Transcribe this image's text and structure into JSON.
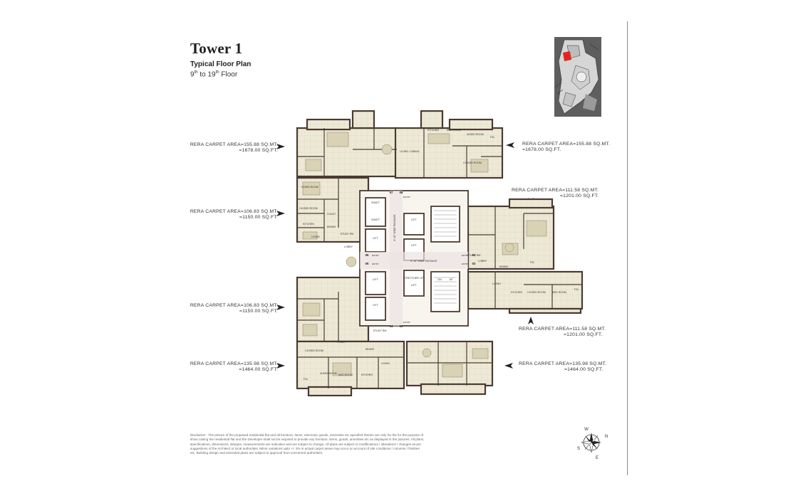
{
  "header": {
    "title": "Tower 1",
    "subtitle": "Typical Floor Plan",
    "floor_from_num": "9",
    "floor_from_sup": "th",
    "floor_to_word": " to ",
    "floor_to_num": "19",
    "floor_to_sup": "th",
    "floor_suffix": " Floor"
  },
  "area_labels": {
    "top_left": {
      "line1": "RERA CARPET AREA=155.88 SQ.MT.",
      "line2": "=1678.00 SQ.FT."
    },
    "top_right": {
      "line1": "RERA CARPET AREA=155.88 SQ.MT.",
      "line2": "=1678.00 SQ.FT."
    },
    "mid_right_top": {
      "line1": "RERA CARPET AREA=111.58 SQ.MT.",
      "line2": "=1201.00 SQ.FT."
    },
    "mid_left_top": {
      "line1": "RERA CARPET AREA=106.83 SQ.MT.",
      "line2": "=1150.00 SQ.FT."
    },
    "mid_left_bottom": {
      "line1": "RERA CARPET AREA=106.83 SQ.MT.",
      "line2": "=1150.00 SQ.FT."
    },
    "mid_right_bottom": {
      "line1": "RERA CARPET AREA=111.58 SQ.MT.",
      "line2": "=1201.00 SQ.FT."
    },
    "bottom_left": {
      "line1": "RERA CARPET AREA=135.98 SQ.MT.",
      "line2": "=1464.00 SQ.FT."
    },
    "bottom_right": {
      "line1": "RERA CARPET AREA=135.98 SQ.MT.",
      "line2": "=1464.00 SQ.FT."
    }
  },
  "plan": {
    "rooms": {
      "kitchen": "KITCHEN",
      "bed_room": "BED ROOM",
      "m_bed_room": "M.BED ROOM",
      "ch_bed_room": "CH.BED ROOM",
      "living_dining": "LIVING / DINING",
      "living": "LIVING",
      "dining": "DINING",
      "toilet": "TOILET",
      "tol": "TOL",
      "study": "STUDY RM",
      "shaft": "SHAFT",
      "lift": "LIFT",
      "lobby": "LOBBY",
      "stretcher_lift": "STRETCHER LIFT",
      "passage_v": "6' 10\" WIDE PASSAGE",
      "passage_h": "6' 10\" WIDE PASSAGE",
      "up": "UP",
      "dn": "DN"
    },
    "unit_numbers": [
      "07",
      "08",
      "06",
      "05",
      "01",
      "02",
      "04",
      "03"
    ],
    "entry": "ENTRY",
    "colors": {
      "wall": "#4b3a32",
      "floor": "#ede9d6",
      "grid": "#cfc9ae",
      "core": "#f7f5ee"
    }
  },
  "disclaimer": "Disclaimer : The picture of the proposed residential flat and all furniture, items, electronic goods, amenities etc specified therein are only for the for the purpose of show casing the residential flat and the Developer shall not be required to provide any furniture, items, goods, amenities etc as displayed in the pictures. All plans, specifications, dimensions, designs, measurements are indicative and are subject to change. All plans are subject to modifications / alterations / changes as per suggestions of the Architect or local authorities. Minor variations upto +/- 3% in actual carpet areas may occur on account of site conditions / columns / finishes etc. Building design and amended plans are subject to approval from concerned authorities.",
  "compass": {
    "n": "N",
    "s": "S",
    "e": "E",
    "w": "W"
  }
}
